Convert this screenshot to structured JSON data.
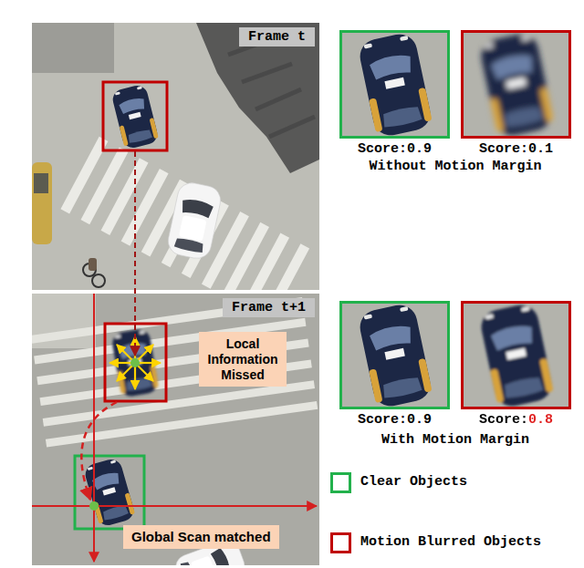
{
  "diagram": {
    "nodes": [
      {
        "text": [
          "Frame t"
        ]
      },
      {
        "text": [
          "Frame t+1"
        ]
      },
      {
        "text": [
          "Local Information Missed"
        ],
        "in": 1
      },
      {
        "text": [
          "Global Scan matched"
        ],
        "in": 1
      },
      {
        "text": [
          "Score:0.9"
        ]
      },
      {
        "text": [
          "Score:0.1"
        ]
      },
      {
        "text": [
          "Score:0.9"
        ]
      },
      {
        "text": [
          "Score:0.8"
        ]
      }
    ],
    "labels": [
      "Without Motion Margin",
      "With Motion Margin"
    ],
    "legend": [
      {
        "text": "Clear Objects",
        "color": "#22b14c"
      },
      {
        "text": "Motion Blurred Objects",
        "color": "#c00000"
      }
    ]
  }
}
